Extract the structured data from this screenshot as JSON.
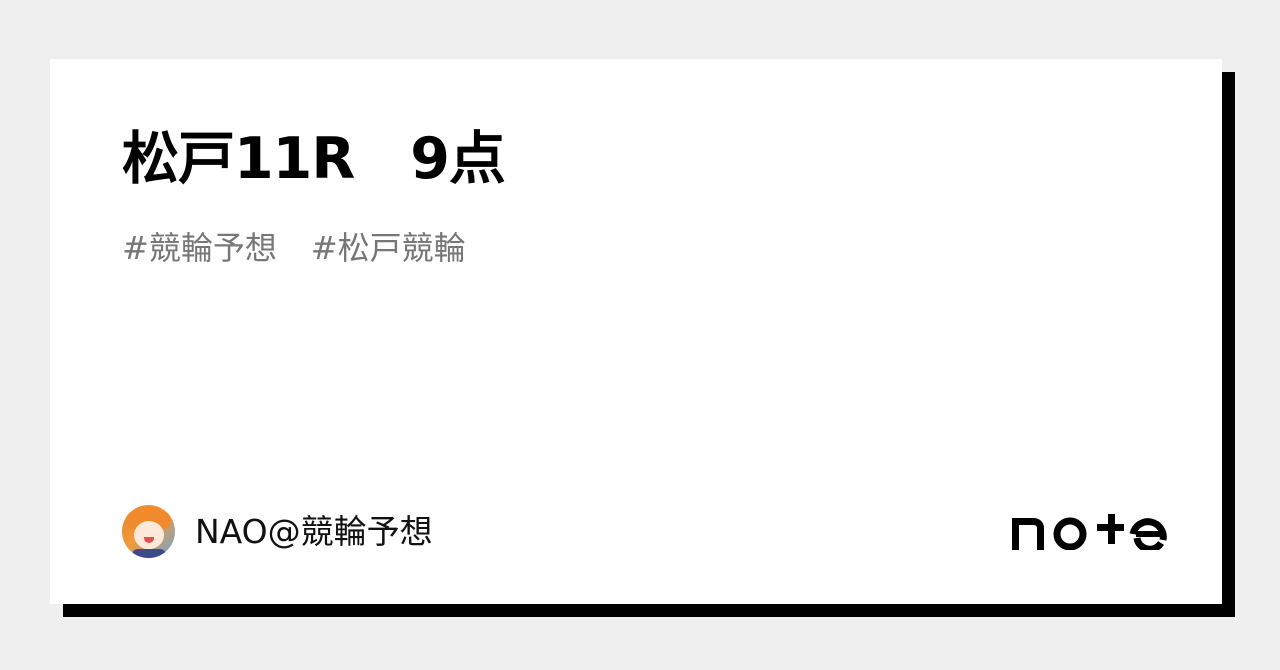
{
  "card": {
    "title": "松戸11R　9点",
    "tags": [
      "#競輪予想",
      "#松戸競輪"
    ]
  },
  "author": {
    "name": "NAO@競輪予想",
    "avatar_icon": "anime-character-avatar"
  },
  "brand": {
    "logo_text": "note",
    "logo_icon": "note-logo-icon"
  },
  "colors": {
    "background": "#efefef",
    "card": "#ffffff",
    "shadow": "#000000",
    "title": "#000000",
    "tag": "#777777"
  }
}
